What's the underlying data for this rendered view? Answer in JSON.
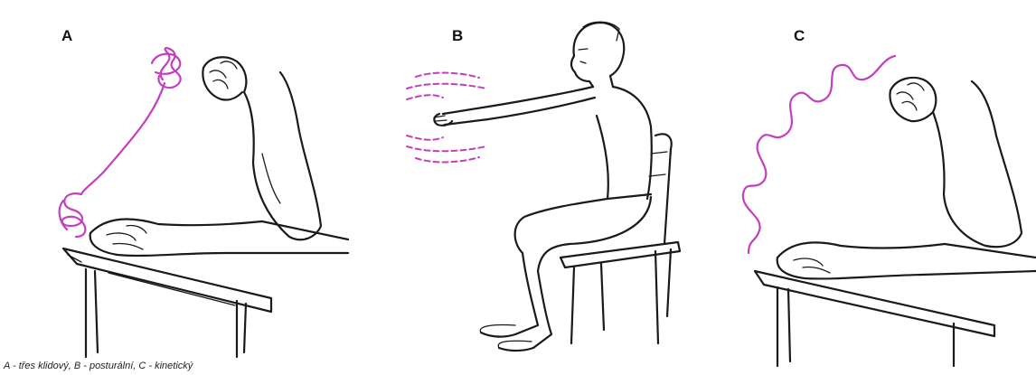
{
  "panels": [
    {
      "label": "A"
    },
    {
      "label": "B"
    },
    {
      "label": "C"
    }
  ],
  "caption": "A - třes klidový, B - posturální, C - kinetický",
  "colors": {
    "tremor": "#c43fc0",
    "ink": "#1a1a1a",
    "background": "#ffffff"
  }
}
